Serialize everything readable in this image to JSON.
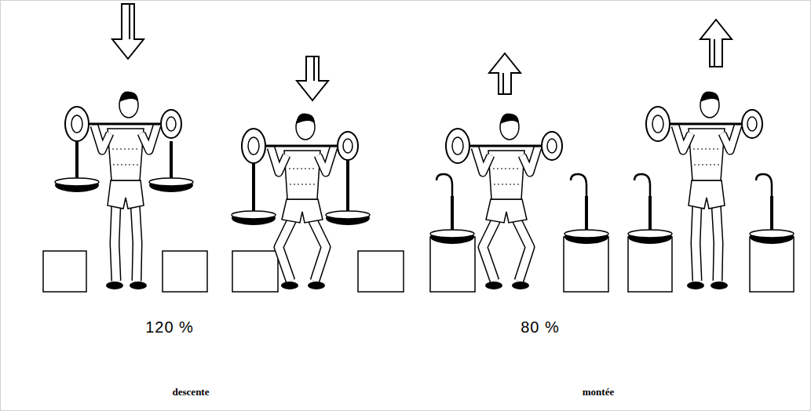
{
  "diagram": {
    "labels": [
      "120 %",
      "80 %",
      "descente",
      "montée"
    ]
  }
}
